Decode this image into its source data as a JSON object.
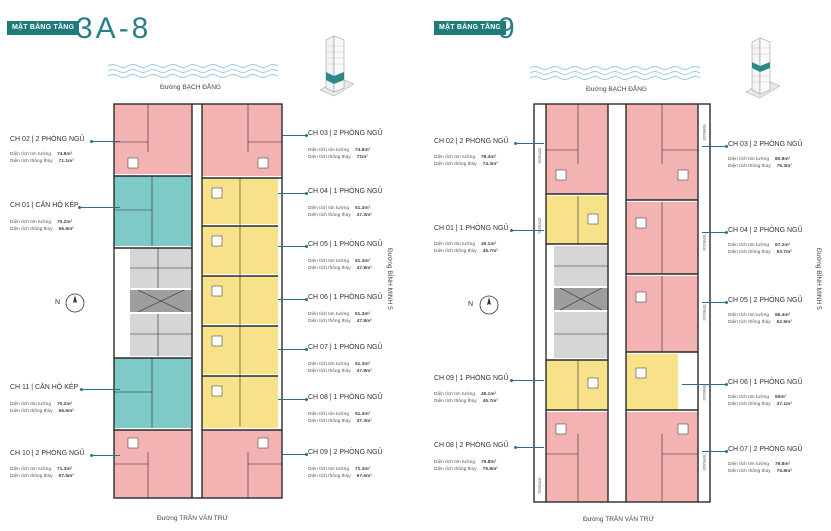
{
  "colors": {
    "accent": "#1f7a7a",
    "two_bed": "#f4b3b3",
    "one_bed": "#f7e28a",
    "duplex": "#7ecac6",
    "core": "#bdbdbd",
    "wall": "#2b2b2b"
  },
  "left": {
    "badge": "MẶT BẰNG TẦNG",
    "floor": "3A-8",
    "street_top": "Đường BẠCH ĐẰNG",
    "street_bottom": "Đường TRẦN VĂN TRỨ",
    "street_side": "Đường BÌNH MINH 5",
    "compass_label": "N",
    "units": [
      {
        "label": "CH 02 | 2 PHÒNG NGỦ",
        "tim_label": "Diện tích tim tường",
        "tim": "74.8m²",
        "thong_label": "Diện tích thông thủy",
        "thong": "71.1m²"
      },
      {
        "label": "CH 01 | CĂN HỘ KÉP",
        "tim_label": "Diện tích tim tường",
        "tim": "70.2m²",
        "thong_label": "Diện tích thông thủy",
        "thong": "66.6m²"
      },
      {
        "label": "CH 11 | CĂN HỘ KÉP",
        "tim_label": "Diện tích tim tường",
        "tim": "70.2m²",
        "thong_label": "Diện tích thông thủy",
        "thong": "66.6m²"
      },
      {
        "label": "CH 10 | 2 PHÒNG NGỦ",
        "tim_label": "Diện tích tim tường",
        "tim": "71.3m²",
        "thong_label": "Diện tích thông thủy",
        "thong": "67.6m²"
      },
      {
        "label": "CH 03 | 2 PHÒNG NGỦ",
        "tim_label": "Diện tích tim tường",
        "tim": "74.8m²",
        "thong_label": "Diện tích thông thủy",
        "thong": "71m²"
      },
      {
        "label": "CH 04 | 1 PHÒNG NGỦ",
        "tim_label": "Diện tích tim tường",
        "tim": "51.3m²",
        "thong_label": "Diện tích thông thủy",
        "thong": "47.3m²"
      },
      {
        "label": "CH 05 | 1 PHÒNG NGỦ",
        "tim_label": "Diện tích tim tường",
        "tim": "51.3m²",
        "thong_label": "Diện tích thông thủy",
        "thong": "47.8m²"
      },
      {
        "label": "CH 06 | 1 PHÒNG NGỦ",
        "tim_label": "Diện tích tim tường",
        "tim": "51.3m²",
        "thong_label": "Diện tích thông thủy",
        "thong": "47.8m²"
      },
      {
        "label": "CH 07 | 1 PHÒNG NGỦ",
        "tim_label": "Diện tích tim tường",
        "tim": "51.3m²",
        "thong_label": "Diện tích thông thủy",
        "thong": "47.8m²"
      },
      {
        "label": "CH 08 | 1 PHÒNG NGỦ",
        "tim_label": "Diện tích tim tường",
        "tim": "51.3m²",
        "thong_label": "Diện tích thông thủy",
        "thong": "47.3m²"
      },
      {
        "label": "CH 09 | 2 PHÒNG NGỦ",
        "tim_label": "Diện tích tim tường",
        "tim": "71.3m²",
        "thong_label": "Diện tích thông thủy",
        "thong": "67.6m²"
      }
    ]
  },
  "right": {
    "badge": "MẶT BẰNG TẦNG",
    "floor": "9",
    "street_top": "Đường BẠCH ĐẰNG",
    "street_bottom": "Đường TRẦN VĂN TRỨ",
    "street_side": "Đường BÌNH MINH 5",
    "compass_label": "N",
    "terrace": "TERRACE",
    "units": [
      {
        "label": "CH 02 | 2 PHÒNG NGỦ",
        "tim_label": "Diện tích tim tường",
        "tim": "78.4m²",
        "thong_label": "Diện tích thông thủy",
        "thong": "74.3m²"
      },
      {
        "label": "CH 01 | 1 PHÒNG NGỦ",
        "tim_label": "Diện tích tim tường",
        "tim": "49.1m²",
        "thong_label": "Diện tích thông thủy",
        "thong": "45.7m²"
      },
      {
        "label": "CH 09 | 1 PHÒNG NGỦ",
        "tim_label": "Diện tích tim tường",
        "tim": "49.1m²",
        "thong_label": "Diện tích thông thủy",
        "thong": "45.7m²"
      },
      {
        "label": "CH 08 | 2 PHÒNG NGỦ",
        "tim_label": "Diện tích tim tường",
        "tim": "79.8m²",
        "thong_label": "Diện tích thông thủy",
        "thong": "75.8m²"
      },
      {
        "label": "CH 03 | 2 PHÒNG NGỦ",
        "tim_label": "Diện tích tim tường",
        "tim": "80.8m²",
        "thong_label": "Diện tích thông thủy",
        "thong": "76.3m²"
      },
      {
        "label": "CH 04 | 2 PHÒNG NGỦ",
        "tim_label": "Diện tích tim tường",
        "tim": "67.2m²",
        "thong_label": "Diện tích thông thủy",
        "thong": "63.7m²"
      },
      {
        "label": "CH 05 | 2 PHÒNG NGỦ",
        "tim_label": "Diện tích tim tường",
        "tim": "66.4m²",
        "thong_label": "Diện tích thông thủy",
        "thong": "62.9m²"
      },
      {
        "label": "CH 06 | 1 PHÒNG NGỦ",
        "tim_label": "Diện tích tim tường",
        "tim": "50m²",
        "thong_label": "Diện tích thông thủy",
        "thong": "47.1m²"
      },
      {
        "label": "CH 07 | 2 PHÒNG NGỦ",
        "tim_label": "Diện tích tim tường",
        "tim": "79.8m²",
        "thong_label": "Diện tích thông thủy",
        "thong": "75.8m²"
      }
    ]
  }
}
